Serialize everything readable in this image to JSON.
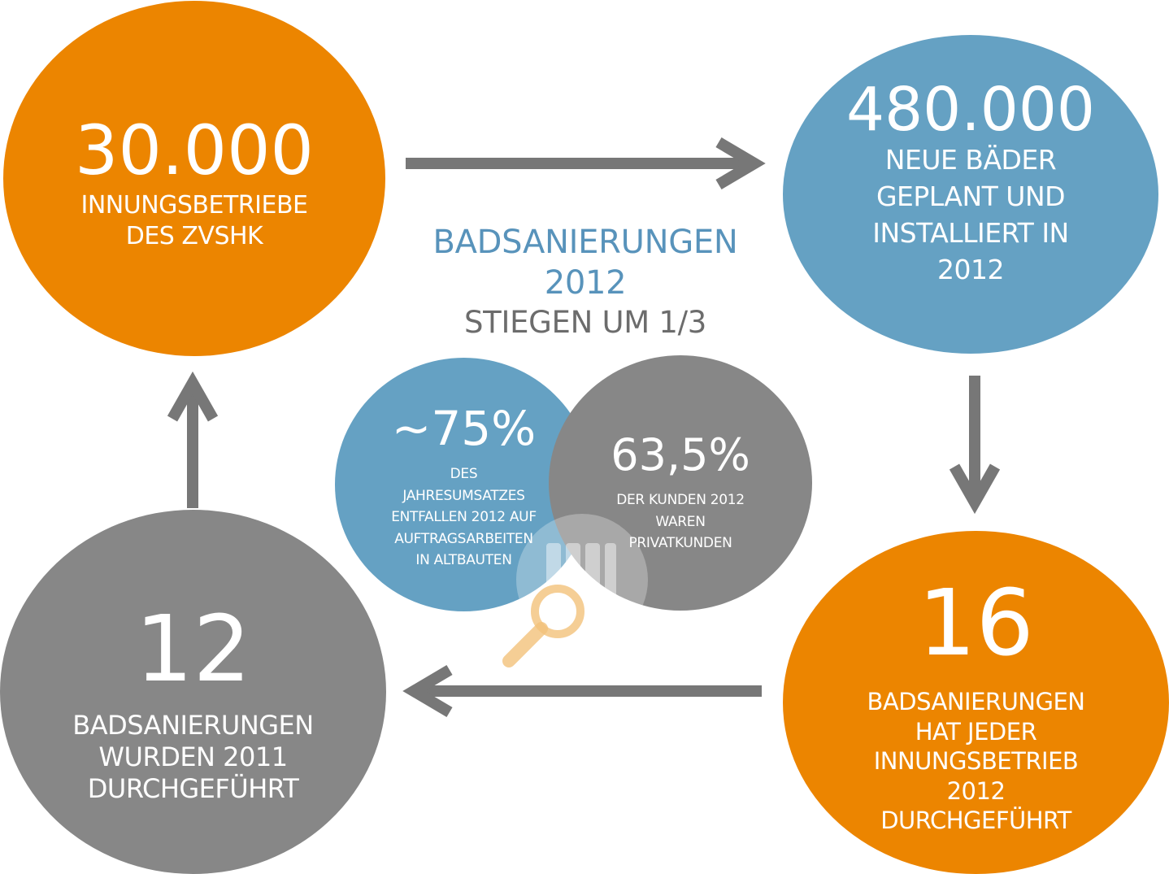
{
  "colors": {
    "orange": "#ec8500",
    "blue": "#65a1c3",
    "grey": "#878787",
    "arrow": "#777777",
    "title_blue": "#5893bb",
    "title_grey": "#6c6c6c"
  },
  "center": {
    "line1": "BADSANIERUNGEN",
    "line2": "2012",
    "line3": "STIEGEN UM 1/3"
  },
  "top_left": {
    "number": "30.000",
    "caption": "INNUNGSBETRIEBE\nDES ZVSHK"
  },
  "top_right": {
    "number": "480.000",
    "caption": "NEUE BÄDER\nGEPLANT UND\nINSTALLIERT IN\n2012"
  },
  "bottom_right": {
    "number": "16",
    "caption": "BADSANIERUNGEN\nHAT JEDER\nINNUNGSBETRIEB\n2012\nDURCHGEFÜHRT"
  },
  "bottom_left": {
    "number": "12",
    "caption": "BADSANIERUNGEN\nWURDEN 2011\nDURCHGEFÜHRT"
  },
  "mid_blue": {
    "number": "~75%",
    "caption": "DES\nJAHRESUMSATZES\nENTFALLEN 2012 AUF\nAUFTRAGSARBEITEN\nIN ALTBAUTEN"
  },
  "mid_grey": {
    "number": "63,5%",
    "caption": "DER KUNDEN 2012\nWAREN\nPRIVATKUNDEN"
  },
  "icons": {
    "arrow_right": "arrow-right-icon",
    "arrow_down": "arrow-down-icon",
    "arrow_left": "arrow-left-icon",
    "arrow_up": "arrow-up-icon",
    "watermark": "magnifier-watermark-icon"
  }
}
